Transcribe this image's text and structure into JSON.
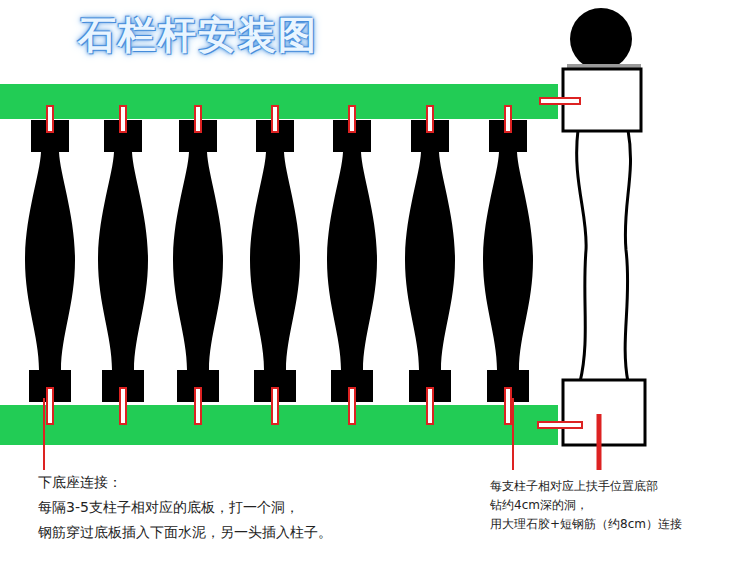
{
  "diagram": {
    "title": "石栏杆安装图",
    "labels": [
      "下底座连接：",
      "每隔3-5支柱子相对应的底板，打一个洞，",
      "钢筋穿过底板插入下面水泥，另一头插入柱子。",
      "每支柱子相对应上扶手位置底部",
      "钻约4cm深的洞，",
      "用大理石胶+短钢筋（约8cm）连接"
    ]
  }
}
